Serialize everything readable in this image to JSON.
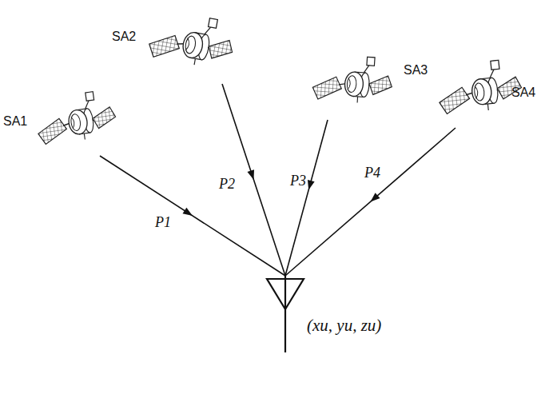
{
  "diagram": {
    "nodes": [
      {
        "text": [
          "SA1"
        ]
      },
      {
        "text": [
          "SA2"
        ]
      },
      {
        "text": [
          "SA3"
        ]
      },
      {
        "text": [
          "SA4"
        ]
      },
      {
        "text": [
          "(xu, yu, zu)"
        ]
      }
    ],
    "edges": [
      {
        "from": 0,
        "to": 4,
        "label": "P1",
        "arrow": "to"
      },
      {
        "from": 1,
        "to": 4,
        "label": "P2",
        "arrow": "to"
      },
      {
        "from": 2,
        "to": 4,
        "label": "P3",
        "arrow": "to"
      },
      {
        "from": 3,
        "to": 4,
        "label": "P4",
        "arrow": "to"
      }
    ]
  }
}
